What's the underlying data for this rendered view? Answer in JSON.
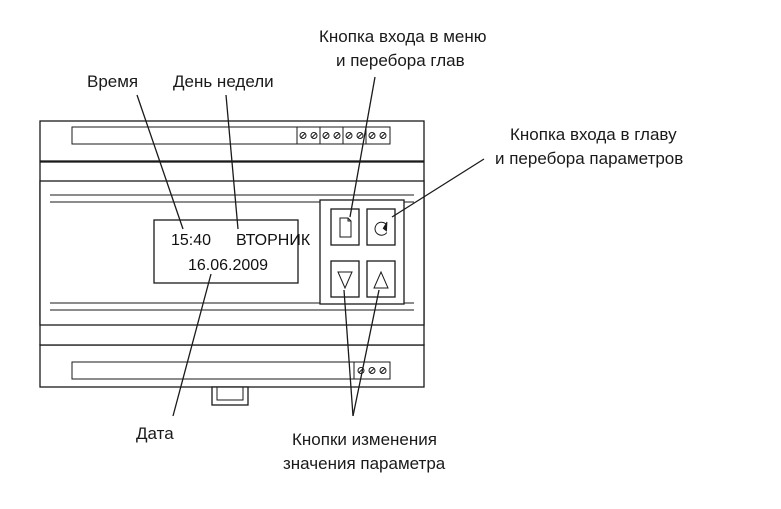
{
  "labels": {
    "time": "Время",
    "weekday": "День недели",
    "menu_button_line1": "Кнопка входа в меню",
    "menu_button_line2": "и перебора глав",
    "chapter_button_line1": "Кнопка входа в главу",
    "chapter_button_line2": "и перебора параметров",
    "date": "Дата",
    "change_buttons_line1": "Кнопки изменения",
    "change_buttons_line2": "значения параметра"
  },
  "display": {
    "time": "15:40",
    "weekday": "ВТОРНИК",
    "date": "16.06.2009"
  },
  "buttons": {
    "menu_icon": "page-icon",
    "enter_icon": "rotate-arrow-icon",
    "down_icon": "triangle-down-icon",
    "up_icon": "triangle-up-icon",
    "down_glyph": "▽",
    "up_glyph": "△"
  }
}
